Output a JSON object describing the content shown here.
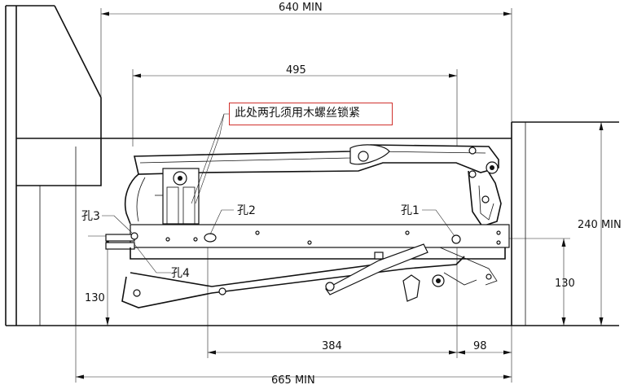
{
  "dimensions": {
    "top_width": "640 MIN",
    "inner_width": "495",
    "right_height": "240 MIN",
    "right_inner_height": "130",
    "left_height": "130",
    "hole_spacing": "384",
    "right_offset": "98",
    "bottom_width": "665 MIN"
  },
  "labels": {
    "hole1": "孔1",
    "hole2": "孔2",
    "hole3": "孔3",
    "hole4": "孔4"
  },
  "note": "此处两孔须用木螺丝锁紧"
}
